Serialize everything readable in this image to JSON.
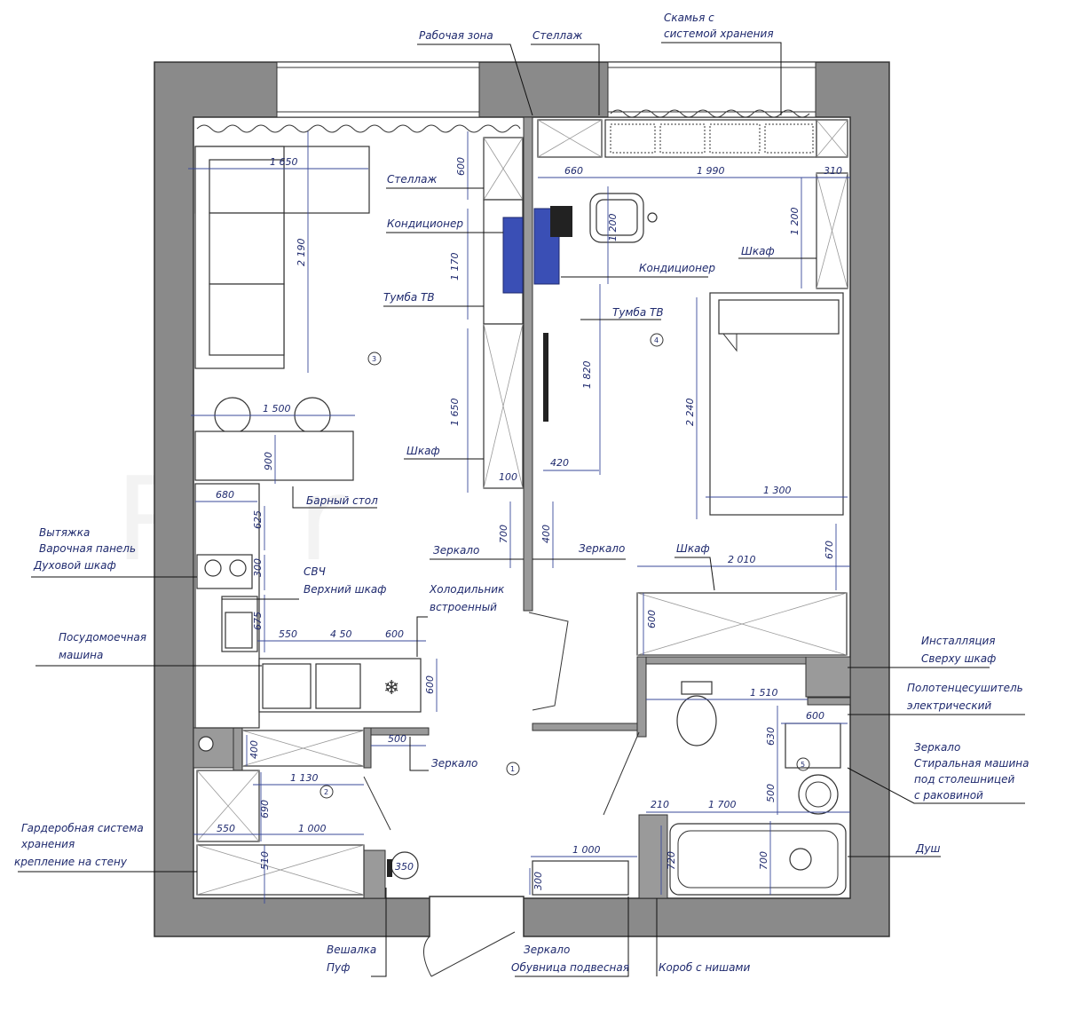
{
  "labels": {
    "work_zone": "Рабочая зона",
    "shelf_top": "Стеллаж",
    "bench_line1": "Скамья с",
    "bench_line2": "системой хранения",
    "shelf_mid": "Стеллаж",
    "ac_left": "Кондиционер",
    "ac_right": "Кондиционер",
    "wardrobe_right": "Шкаф",
    "tv_left": "Тумба ТВ",
    "tv_right": "Тумба ТВ",
    "wardrobe_mid": "Шкаф",
    "bar": "Барный стол",
    "hood_line1": "Вытяжка",
    "hood_line2": "Варочная панель",
    "hood_line3": "Духовой шкаф",
    "micro_line1": "СВЧ",
    "micro_line2": "Верхний шкаф",
    "mirror_left": "Зеркало",
    "mirror_right": "Зеркало",
    "fridge_line1": "Холодильник",
    "fridge_line2": "встроенный",
    "wardrobe_bottom": "Шкаф",
    "dishwasher_line1": "Посудомоечная",
    "dishwasher_line2": "машина",
    "install_line1": "Инсталляция",
    "install_line2": "Сверху шкаф",
    "towel_line1": "Полотенцесушитель",
    "towel_line2": "электрический",
    "mirror_hall": "Зеркало",
    "mirror_wash_line1": "Зеркало",
    "mirror_wash_line2": "Стиральная машина",
    "mirror_wash_line3": "под столешницей",
    "mirror_wash_line4": "с раковиной",
    "wardrobe_sys_line1": "Гардеробная система",
    "wardrobe_sys_line2": "хранения",
    "wardrobe_sys_line3": "крепление на стену",
    "shower": "Душ",
    "hanger_line1": "Вешалка",
    "hanger_line2": "Пуф",
    "shoes_line1": "Зеркало",
    "shoes_line2": "Обувница подвесная",
    "box": "Короб с нишами"
  },
  "rooms": {
    "living": "3",
    "bedroom": "4",
    "hall": "1",
    "storage": "2",
    "bath": "5"
  },
  "dims": {
    "sofa_w": "1 650",
    "sofa_h": "2 190",
    "d600_top": "600",
    "d660": "660",
    "d1990": "1 990",
    "d310": "310",
    "chair_1200": "1 200",
    "ward_1200": "1 200",
    "d1170": "1 170",
    "d1650": "1 650",
    "d1820": "1 820",
    "d420": "420",
    "d100": "100",
    "d2240": "2 240",
    "bed_w": "1 300",
    "bar_1500": "1 500",
    "bar_900": "900",
    "d680": "680",
    "d625": "625",
    "d300": "300",
    "d675": "675",
    "d700": "700",
    "d400": "400",
    "d2010": "2 010",
    "d670": "670",
    "d550": "550",
    "d450": "4 50",
    "d600k": "600",
    "d600f": "600",
    "d600w": "600",
    "d500": "500",
    "d1510": "1 510",
    "d600b": "600",
    "d630": "630",
    "d210": "210",
    "d1700": "1 700",
    "d500b": "500",
    "d720": "720",
    "d700b": "700",
    "d400s": "400",
    "d1130": "1 130",
    "d690": "690",
    "d550b": "550",
    "d1000": "1 000",
    "d510": "510",
    "d1000h": "1 000",
    "d300h": "300",
    "d350": "350"
  },
  "watermark": "Re r"
}
